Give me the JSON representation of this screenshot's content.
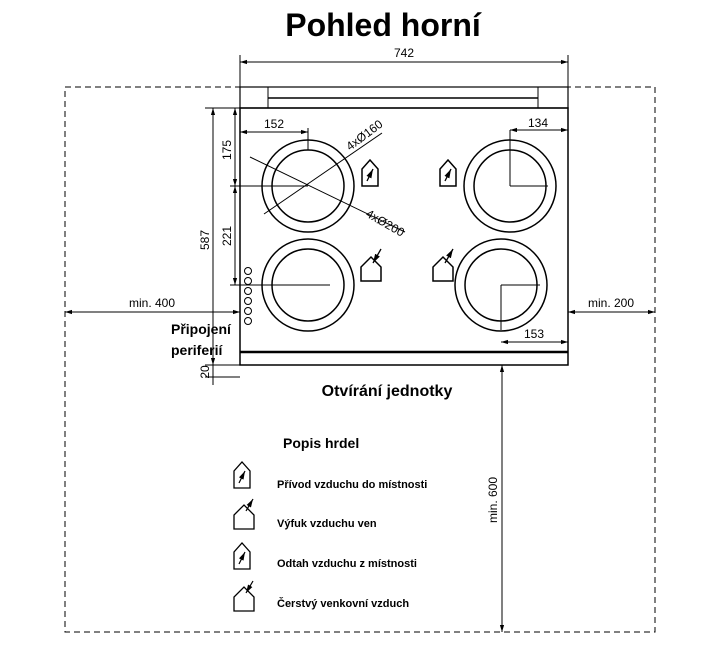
{
  "title": "Pohled horní",
  "dimensions": {
    "total_width": "742",
    "port_offset_left": "152",
    "port_offset_right": "134",
    "port_offset_bottom_right": "153",
    "height_top": "175",
    "height_mid": "221",
    "height_total": "587",
    "small_offset": "20",
    "min_left": "min. 400",
    "min_right": "min. 200",
    "min_front": "min. 600",
    "port_small": "4xØ160",
    "port_large": "4xØ200"
  },
  "labels": {
    "peripheral_line1": "Připojení",
    "peripheral_line2": "periferií",
    "unit_opening": "Otvírání jednotky"
  },
  "legend": {
    "title": "Popis hrdel",
    "items": [
      {
        "label": "Přívod vzduchu do místnosti",
        "icon": "supply-air-icon"
      },
      {
        "label": "Výfuk vzduchu ven",
        "icon": "exhaust-air-icon"
      },
      {
        "label": "Odtah vzduchu z místnosti",
        "icon": "extract-air-icon"
      },
      {
        "label": "Čerstvý venkovní vzduch",
        "icon": "fresh-air-icon"
      }
    ]
  }
}
